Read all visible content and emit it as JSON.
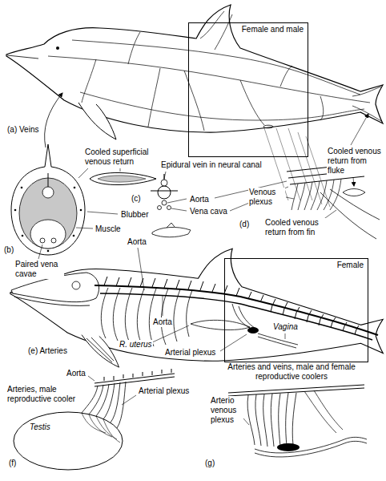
{
  "diagram": {
    "nodes": [
      {
        "text": [
          "Female and male"
        ]
      },
      {
        "text": [
          "Female"
        ]
      }
    ],
    "labels": [
      "(a) Veins",
      "Cooled venous return from fluke",
      "Cooled superficial venous return",
      "Epidural vein in neural canal",
      "Aorta",
      "Blubber",
      "Muscle",
      "Vena cava",
      "Venous plexus",
      "(c)",
      "(b)",
      "Paired vena cavae",
      "(d)",
      "Cooled venous return from fin",
      "Aorta",
      "(e) Arteries",
      "Aorta",
      "R. uterus",
      "Arterial plexus",
      "Vagina",
      "Aorta",
      "Arteries, male reproductive cooler",
      "Arterial plexus",
      "Testis",
      "(f)",
      "Arteries and veins, male and female reproductive coolers",
      "Arterio venous plexus",
      "(g)"
    ]
  }
}
